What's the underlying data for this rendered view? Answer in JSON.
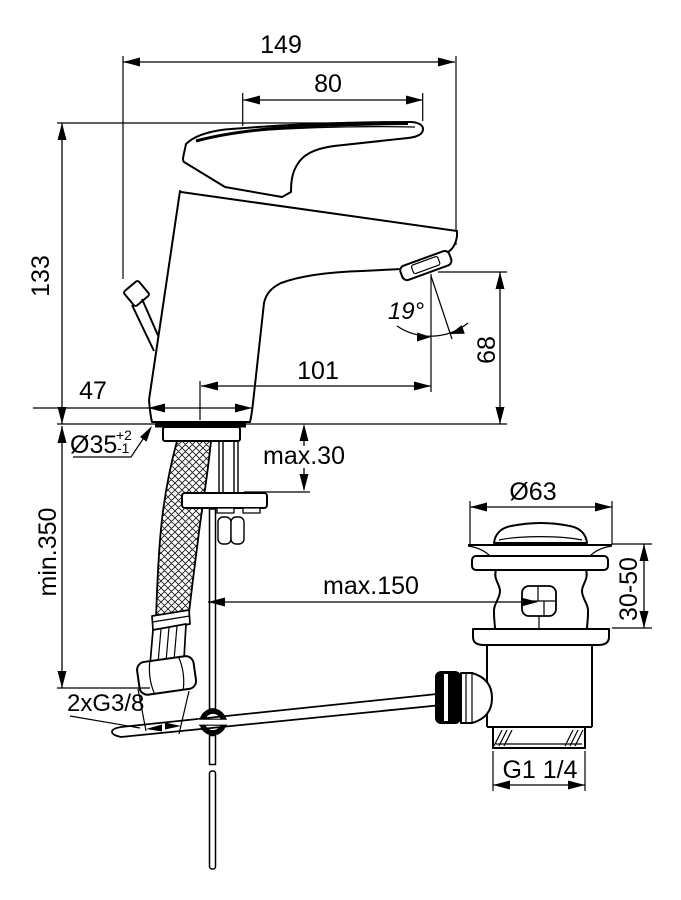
{
  "drawing": {
    "title": "Single-lever basin mixer with pop-up waste — dimensional drawing",
    "background": "#ffffff",
    "line_color": "#000000",
    "dim": {
      "overall_depth": "149",
      "handle_depth": "80",
      "height": "133",
      "base_width": "47",
      "spout_reach": "101",
      "spout_height": "68",
      "spray_angle": "19°",
      "hole_dia": "Ø35",
      "hole_tol_plus": "+2",
      "hole_tol_minus": "-1",
      "deck_max": "max.30",
      "hose_min": "min.350",
      "rod_max": "max.150",
      "supply_thread": "2xG3/8",
      "waste_dia": "Ø63",
      "waste_range": "30-50",
      "waste_thread": "G1 1/4"
    }
  }
}
